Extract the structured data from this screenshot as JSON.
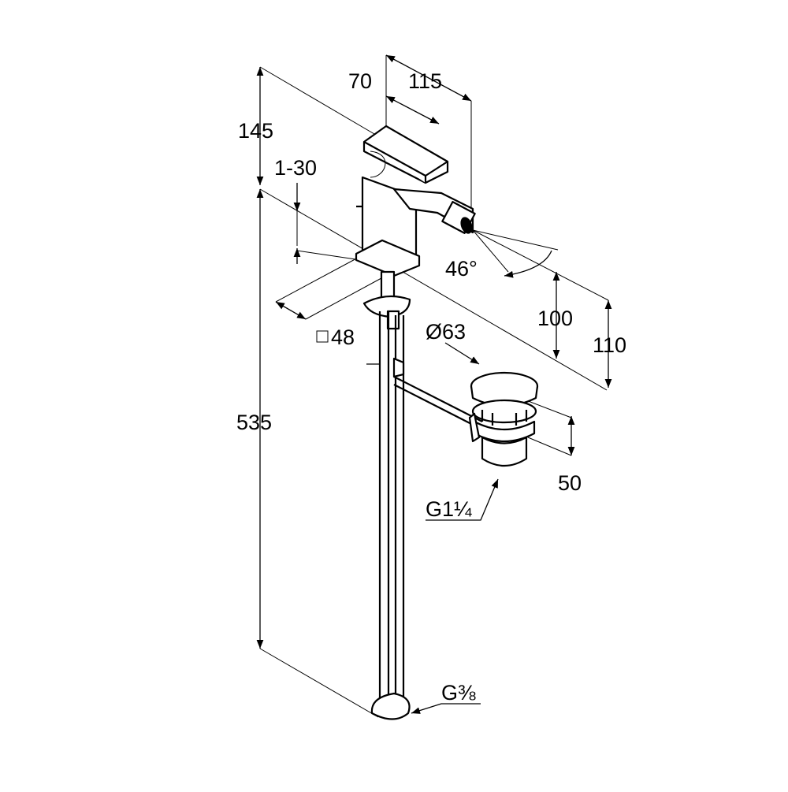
{
  "dimensions": {
    "top_offset": "70",
    "depth": "115",
    "height_above": "145",
    "thickness": "1-30",
    "base_square": "48",
    "spray_angle": "46°",
    "spout_height_100": "100",
    "spout_height_110": "110",
    "waste_diameter": "Ø63",
    "waste_height": "50",
    "waste_thread": "G1¼",
    "total_length": "535",
    "hose_thread": "G⅜"
  },
  "colors": {
    "line": "#000000",
    "background": "#ffffff"
  }
}
